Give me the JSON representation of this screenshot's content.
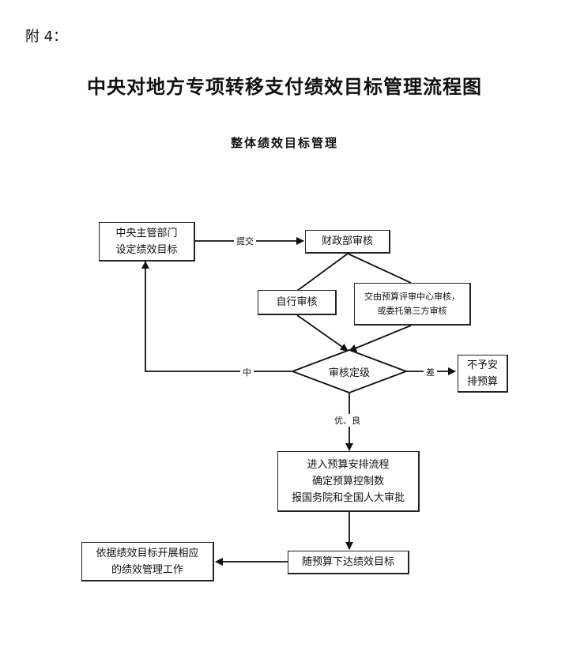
{
  "attachment_label": "附 4：",
  "title": "中央对地方专项转移支付绩效目标管理流程图",
  "subtitle": "整体绩效目标管理",
  "nodes": {
    "central_dept": [
      "中央主管部门",
      "设定绩效目标"
    ],
    "finance_review": "财政部审核",
    "self_review": "自行审核",
    "budget_center": [
      "交由预算评审中心审核，",
      "或委托第三方审核"
    ],
    "rating": "审核定级",
    "no_budget": [
      "不予安",
      "排预算"
    ],
    "budget_process": [
      "进入预算安排流程",
      "确定预算控制数",
      "报国务院和全国人大审批"
    ],
    "issue_targets": "随预算下达绩效目标",
    "performance_mgmt": [
      "依据绩效目标开展相应",
      "的绩效管理工作"
    ]
  },
  "edge_labels": {
    "submit": "提交",
    "medium": "中",
    "poor": "差",
    "good": "优、良"
  }
}
